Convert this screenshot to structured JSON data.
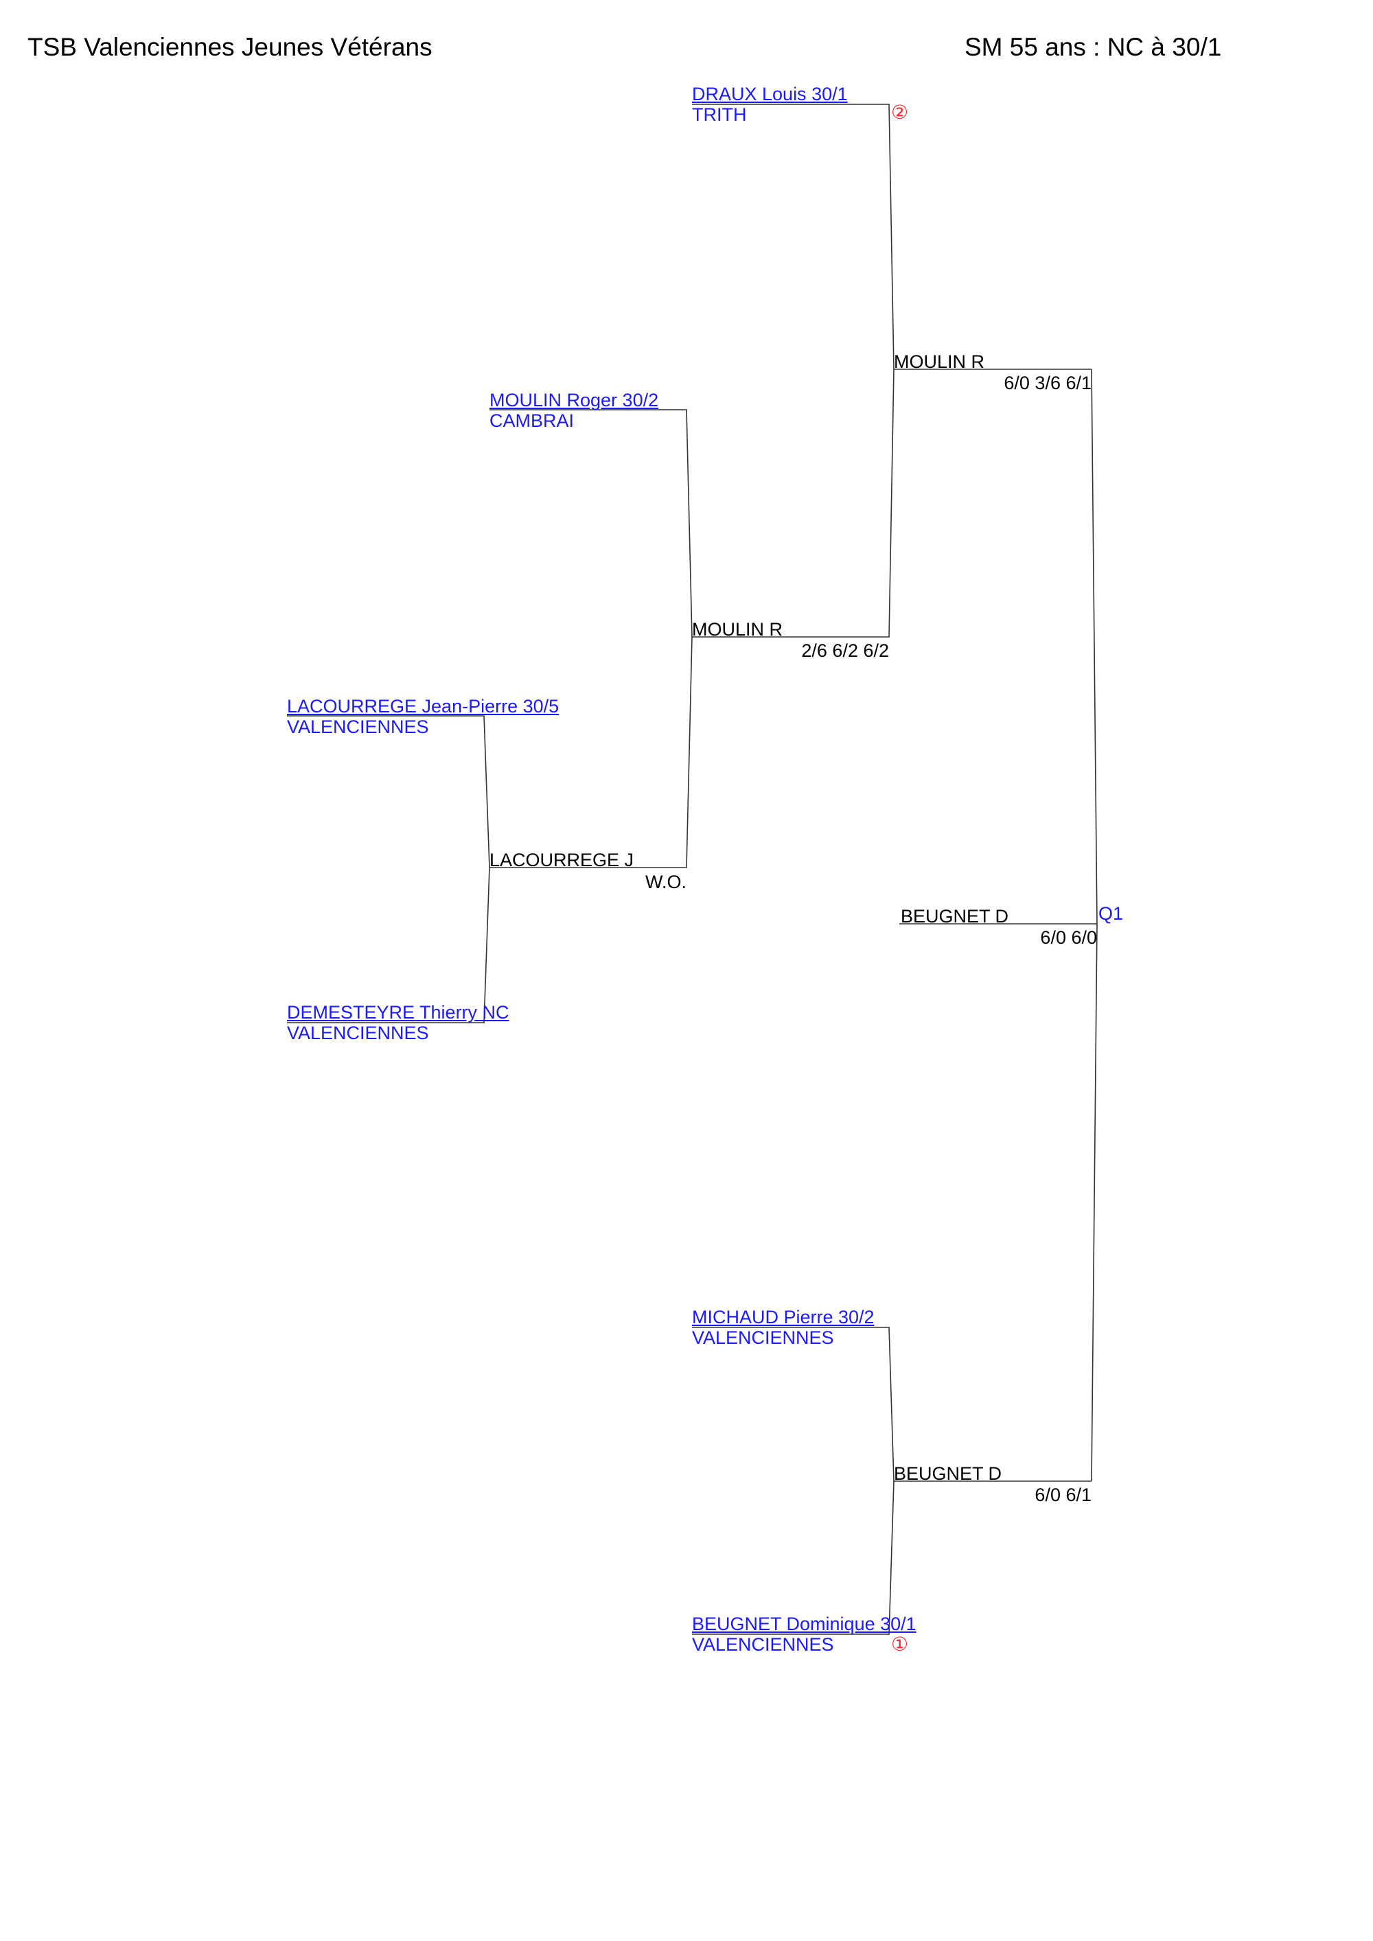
{
  "header": {
    "club": "TSB Valenciennes Jeunes Vétérans",
    "category": "SM 55 ans : NC à 30/1"
  },
  "players": [
    {
      "name": "DRAUX Louis 30/1",
      "club": "TRITH"
    },
    {
      "name": "MOULIN Roger 30/2",
      "club": "CAMBRAI"
    },
    {
      "name": "LACOURREGE Jean-Pierre 30/5",
      "club": "VALENCIENNES"
    },
    {
      "name": "DEMESTEYRE Thierry NC",
      "club": "VALENCIENNES"
    },
    {
      "name": "MICHAUD Pierre 30/2",
      "club": "VALENCIENNES"
    },
    {
      "name": "BEUGNET Dominique 30/1",
      "club": "VALENCIENNES"
    }
  ],
  "seeds": {
    "draux": "②",
    "beugnet": "①"
  },
  "matches": [
    {
      "winner": "LACOURREGE J",
      "score": "W.O."
    },
    {
      "winner": "MOULIN R",
      "score": "2/6 6/2 6/2"
    },
    {
      "winner": "MOULIN R",
      "score": "6/0 3/6 6/1"
    },
    {
      "winner": "BEUGNET D",
      "score": "6/0 6/1"
    },
    {
      "winner": "BEUGNET D",
      "score": "6/0 6/0"
    }
  ],
  "qualifier": "Q1"
}
